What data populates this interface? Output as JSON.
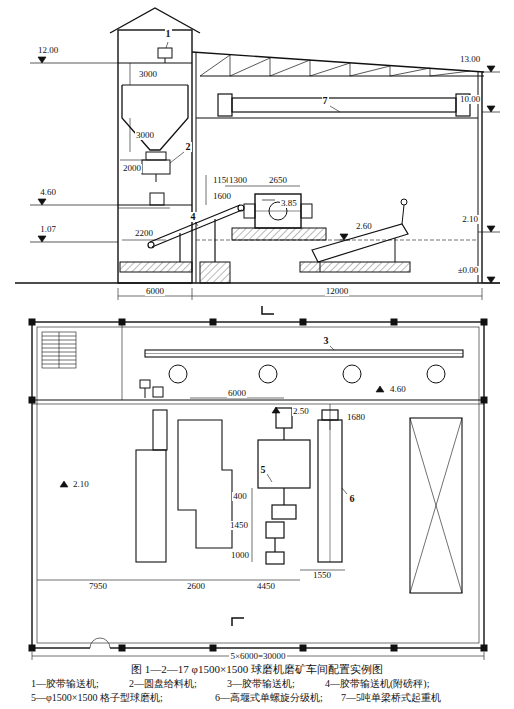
{
  "diagram": {
    "caption": "图 1—2—17 φ1500×1500 球磨机磨矿车间配置实例图",
    "labels": [
      "12.00",
      "13.00",
      "10.00",
      "3000",
      "1",
      "3000",
      "2",
      "2000",
      "1150",
      "4.60",
      "1300",
      "2650",
      "1600",
      "3.85",
      "4",
      "2.60",
      "2.10",
      "2200",
      "1.07",
      "±0.00",
      "6000",
      "12000",
      "7",
      "3",
      "6000",
      "2.50",
      "4.60",
      "1680",
      "2.10",
      "5",
      "6",
      "400",
      "1450",
      "1000",
      "2600",
      "4450",
      "1550",
      "7950",
      "5×6000=30000",
      "1—胶带输送机;",
      "2—圆盘给料机;",
      "3—胶带输送机;",
      "4—胶带输送机(附磅秤);",
      "5—φ1500×1500 格子型球磨机;",
      "6—高堰式单螺旋分级机;",
      "7—5吨单梁桥式起重机"
    ]
  }
}
